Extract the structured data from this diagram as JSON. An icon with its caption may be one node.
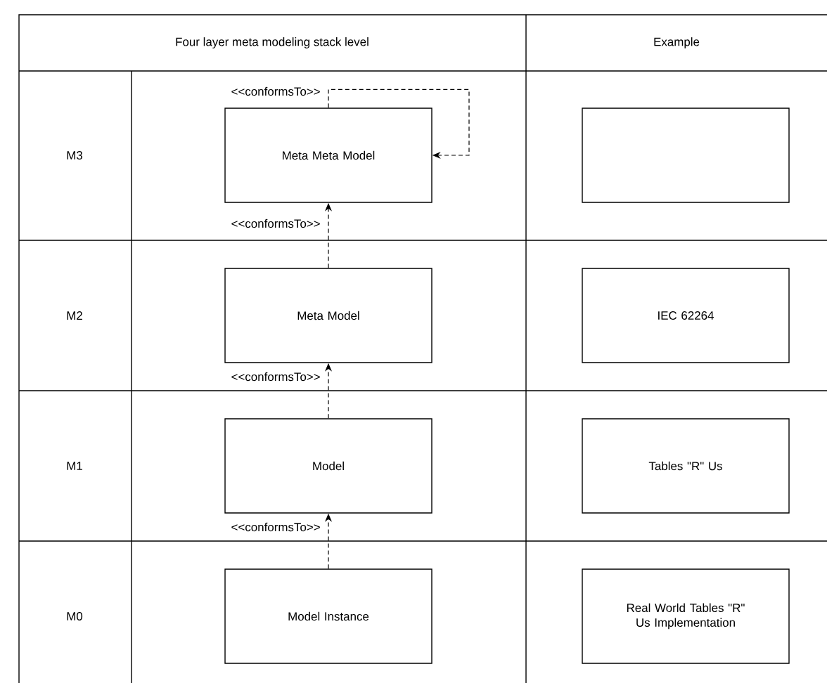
{
  "diagram": {
    "nodes": [
      {
        "text": [
          "Meta Meta Model"
        ]
      },
      {
        "text": [
          "Meta Model"
        ]
      },
      {
        "text": [
          "Model"
        ]
      },
      {
        "text": [
          "Model Instance"
        ]
      },
      {
        "text": [],
        "shape": "box"
      },
      {
        "text": [
          "IEC 62264"
        ]
      },
      {
        "text": [
          "Tables \"R\" Us"
        ]
      },
      {
        "text": [
          "Real World Tables \"R\" Us Implementation"
        ]
      }
    ],
    "edges": [
      {
        "from": 0,
        "to": 0,
        "arrow": "to",
        "style": "dashed",
        "label": "<<conformsTo>>"
      },
      {
        "from": 1,
        "to": 0,
        "arrow": "to",
        "style": "dashed",
        "label": "<<conformsTo>>"
      },
      {
        "from": 2,
        "to": 1,
        "arrow": "to",
        "style": "dashed",
        "label": "<<conformsTo>>"
      },
      {
        "from": 3,
        "to": 2,
        "arrow": "to",
        "style": "dashed",
        "label": "<<conformsTo>>"
      }
    ],
    "labels": [
      "Four layer meta modeling stack level",
      "Example",
      "M3",
      "M2",
      "M1",
      "M0"
    ]
  }
}
